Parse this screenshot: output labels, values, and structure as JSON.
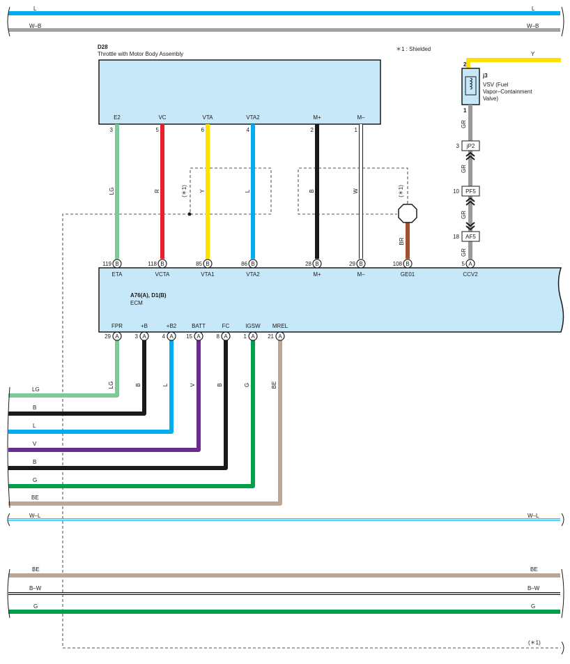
{
  "top_wires": {
    "l_left": "L",
    "l_right": "L",
    "wb_left": "W–B",
    "wb_right": "W–B"
  },
  "shield_note": "＊1 : Shielded",
  "throttle": {
    "code": "D28",
    "name": "Throttle with Motor Body Assembly",
    "pins": [
      {
        "label": "E2",
        "num": "3"
      },
      {
        "label": "VC",
        "num": "5"
      },
      {
        "label": "VTA",
        "num": "6"
      },
      {
        "label": "VTA2",
        "num": "4"
      },
      {
        "label": "M+",
        "num": "2"
      },
      {
        "label": "M–",
        "num": "1"
      }
    ]
  },
  "throttle_wires": [
    "LG",
    "R",
    "Y",
    "L",
    "B",
    "W",
    "BR"
  ],
  "shield_marks": [
    "(＊1)",
    "(＊1)",
    "(＊1)"
  ],
  "vsv": {
    "code": "j3",
    "name_lines": [
      "VSV (Fuel",
      "Vapor–Containment",
      "Valve)"
    ],
    "pin_top": "2",
    "pin_bottom": "1",
    "wire_in": "Y"
  },
  "connectors": [
    {
      "name": "jP2",
      "pin": "3"
    },
    {
      "name": "PF5",
      "pin": "10"
    },
    {
      "name": "AF5",
      "pin": "18"
    }
  ],
  "gr_labels": [
    "GR",
    "GR",
    "GR",
    "GR"
  ],
  "ecm": {
    "code": "A76(A), D1(B)",
    "name": "ECM",
    "top_pins": [
      {
        "num": "119",
        "conn": "B",
        "label": "ETA"
      },
      {
        "num": "118",
        "conn": "B",
        "label": "VCTA"
      },
      {
        "num": "85",
        "conn": "B",
        "label": "VTA1"
      },
      {
        "num": "86",
        "conn": "B",
        "label": "VTA2"
      },
      {
        "num": "28",
        "conn": "B",
        "label": "M+"
      },
      {
        "num": "29",
        "conn": "B",
        "label": "M–"
      },
      {
        "num": "108",
        "conn": "B",
        "label": "GE01"
      },
      {
        "num": "5",
        "conn": "A",
        "label": "CCV2"
      }
    ],
    "bottom_pins": [
      {
        "num": "29",
        "conn": "A",
        "label": "FPR"
      },
      {
        "num": "3",
        "conn": "A",
        "label": "+B"
      },
      {
        "num": "4",
        "conn": "A",
        "label": "+B2"
      },
      {
        "num": "15",
        "conn": "A",
        "label": "BATT"
      },
      {
        "num": "8",
        "conn": "A",
        "label": "FC"
      },
      {
        "num": "1",
        "conn": "A",
        "label": "IGSW"
      },
      {
        "num": "21",
        "conn": "A",
        "label": "MREL"
      }
    ]
  },
  "bottom_vertical_labels": [
    "LG",
    "B",
    "L",
    "V",
    "B",
    "G",
    "BE"
  ],
  "left_wire_labels": [
    "LG",
    "B",
    "L",
    "V",
    "B",
    "G",
    "BE"
  ],
  "bus_wires": [
    {
      "left": "W–L",
      "right": "W–L"
    },
    {
      "left": "BE",
      "right": "BE"
    },
    {
      "left": "B–W",
      "right": "B–W"
    },
    {
      "left": "G",
      "right": "G"
    }
  ],
  "bottom_shield_mark": "(＊1)",
  "colors": {
    "LG": "#7ec99a",
    "R": "#e8202a",
    "Y": "#ffe100",
    "L": "#00aeef",
    "B": "#1a1a1a",
    "W": "#ffffff",
    "BR": "#a0522d",
    "GR": "#9a9a9a",
    "V": "#6a2c91",
    "G": "#00a04b",
    "BE": "#bba797",
    "box_fill": "#c7e8f9"
  }
}
